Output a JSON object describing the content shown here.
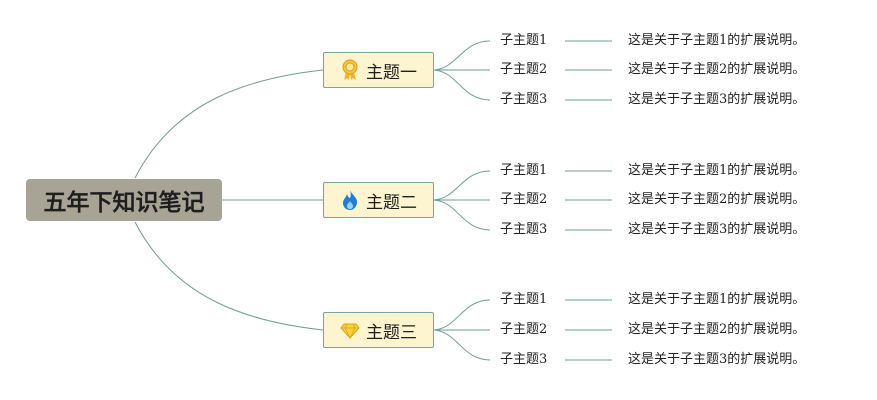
{
  "colors": {
    "branch_line": "#6f9c92",
    "central_fill": "#a7a395",
    "topic_fill": "#fcf5cf",
    "topic_border": "#7aa39a"
  },
  "central": {
    "label": "五年下知识笔记"
  },
  "topics": [
    {
      "label": "主题一",
      "icon": "award-medal-icon",
      "subtopics": [
        {
          "label": "子主题1",
          "detail": "这是关于子主题1的扩展说明。"
        },
        {
          "label": "子主题2",
          "detail": "这是关于子主题2的扩展说明。"
        },
        {
          "label": "子主题3",
          "detail": "这是关于子主题3的扩展说明。"
        }
      ]
    },
    {
      "label": "主题二",
      "icon": "flame-icon",
      "subtopics": [
        {
          "label": "子主题1",
          "detail": "这是关于子主题1的扩展说明。"
        },
        {
          "label": "子主题2",
          "detail": "这是关于子主题2的扩展说明。"
        },
        {
          "label": "子主题3",
          "detail": "这是关于子主题3的扩展说明。"
        }
      ]
    },
    {
      "label": "主题三",
      "icon": "diamond-icon",
      "subtopics": [
        {
          "label": "子主题1",
          "detail": "这是关于子主题1的扩展说明。"
        },
        {
          "label": "子主题2",
          "detail": "这是关于子主题2的扩展说明。"
        },
        {
          "label": "子主题3",
          "detail": "这是关于子主题3的扩展说明。"
        }
      ]
    }
  ]
}
